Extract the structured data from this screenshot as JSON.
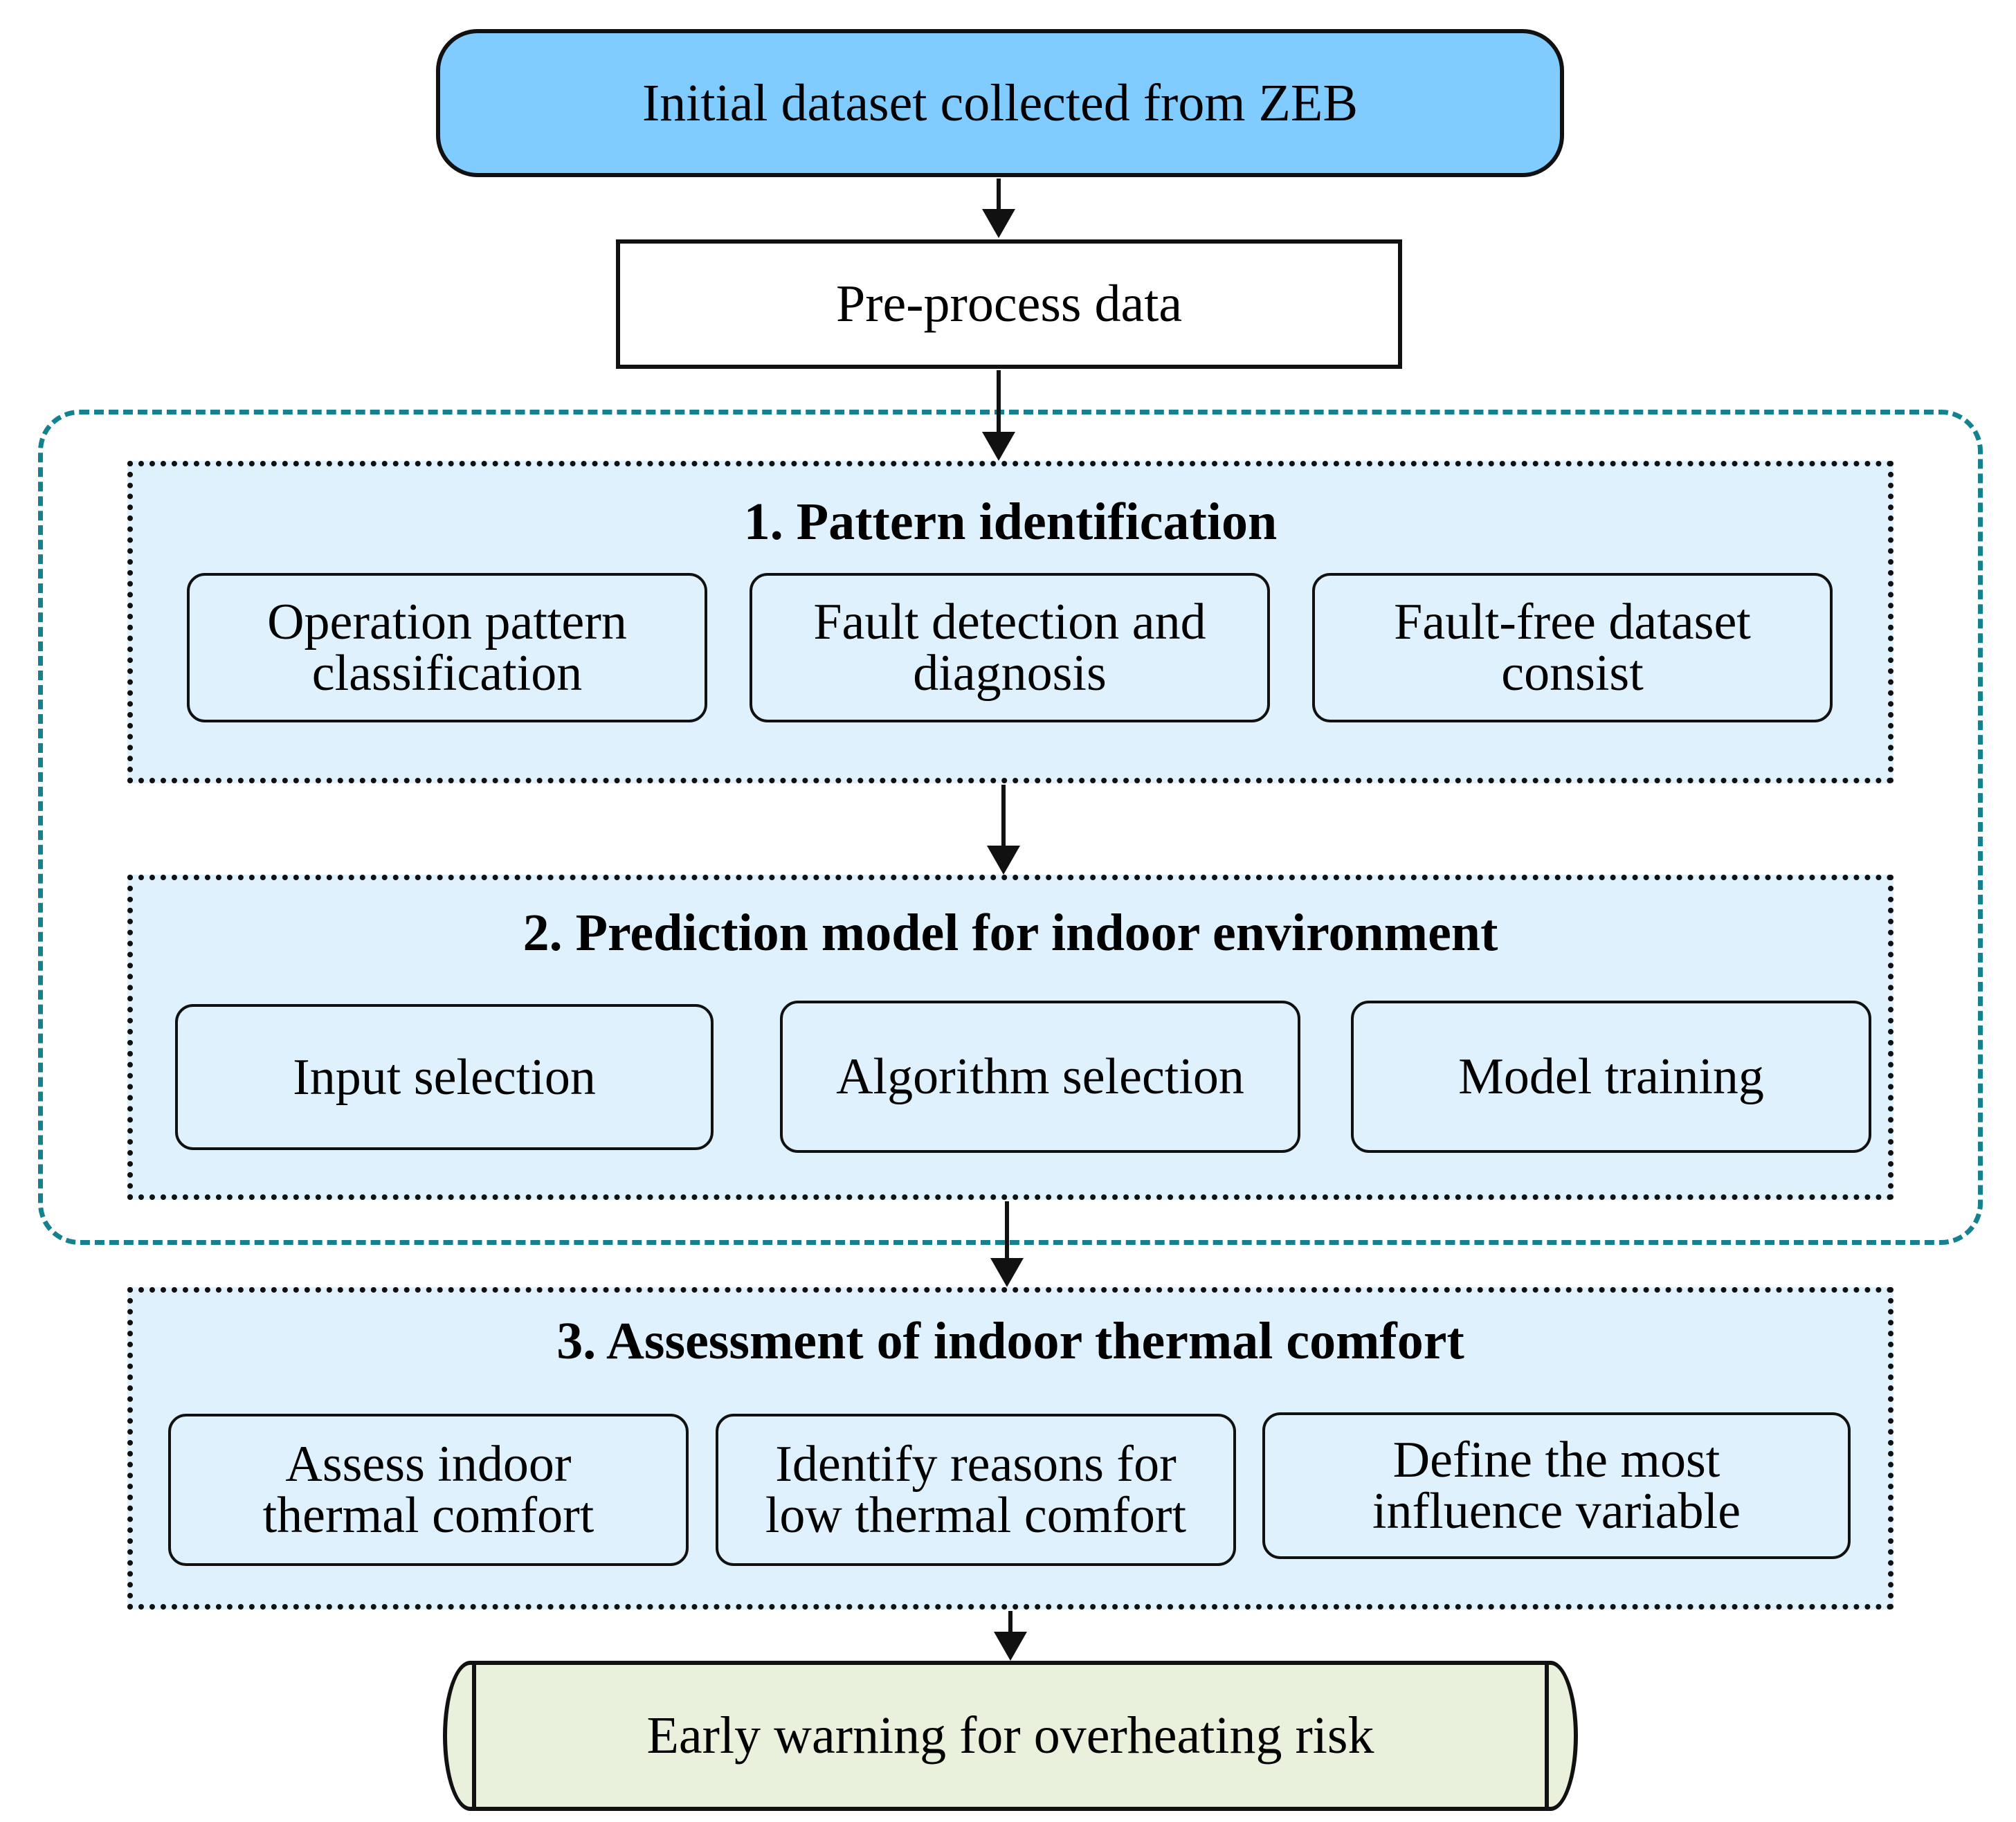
{
  "start": {
    "label": "Initial dataset collected from ZEB"
  },
  "preprocess": {
    "label": "Pre-process data"
  },
  "stage1": {
    "title": "1. Pattern identification",
    "items": [
      {
        "label": "Operation pattern\nclassification"
      },
      {
        "label": "Fault detection and\ndiagnosis"
      },
      {
        "label": "Fault-free dataset\nconsist"
      }
    ]
  },
  "stage2": {
    "title": "2. Prediction model for indoor environment",
    "items": [
      {
        "label": "Input selection"
      },
      {
        "label": "Algorithm selection"
      },
      {
        "label": "Model training"
      }
    ]
  },
  "stage3": {
    "title": "3. Assessment of indoor thermal comfort",
    "items": [
      {
        "label": "Assess indoor\nthermal comfort"
      },
      {
        "label": "Identify reasons for\nlow thermal comfort"
      },
      {
        "label": "Define the most\ninfluence variable"
      }
    ]
  },
  "end": {
    "label": "Early warning for overheating risk"
  },
  "colors": {
    "start_fill": "#80cbff",
    "stage_fill": "#def1fc",
    "end_fill": "#e9f0dc",
    "dashed_border": "#15818f"
  }
}
